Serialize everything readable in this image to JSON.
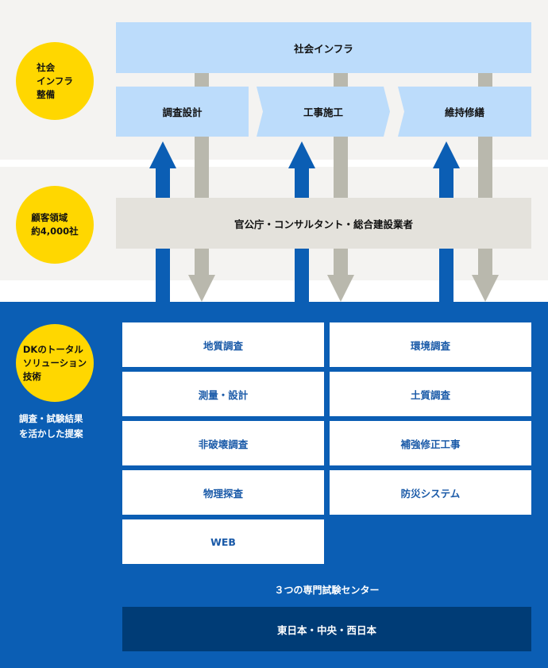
{
  "diagram": {
    "circles": {
      "infrastructure": "社会\nインフラ\n整備",
      "customers": "顧客領域\n約4,000社",
      "solutions": "DKのトータル\nソリューション\n技術"
    },
    "infra_title": "社会インフラ",
    "infra_steps": [
      "調査設計",
      "工事施工",
      "維持修繕"
    ],
    "customers_label": "官公庁・コンサルタント・総合建設業者",
    "proposal_note": "調査・試験結果\nを活かした提案",
    "services": [
      "地質調査",
      "環境調査",
      "測量・設計",
      "土質調査",
      "非破壊調査",
      "補強修正工事",
      "物理探査",
      "防災システム",
      "WEB"
    ],
    "centers_title": "３つの専門試験センター",
    "centers_label": "東日本・中央・西日本",
    "colors": {
      "band_gray": "#f4f3f1",
      "band_blue": "#0b5eb4",
      "circle_yellow": "#ffd700",
      "infra_box": "#bcdcfb",
      "customer_box": "#e4e2dc",
      "arrow_blue": "#0b5eb4",
      "arrow_gray": "#b9b8ad",
      "centers_box": "#003c76"
    }
  }
}
